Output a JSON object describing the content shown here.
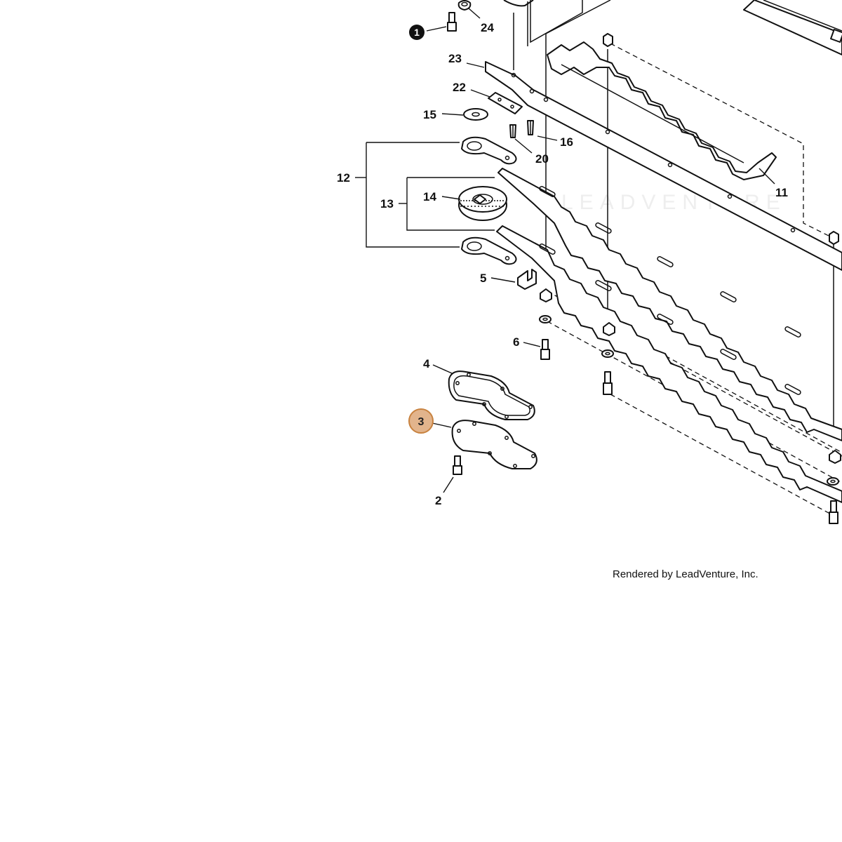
{
  "diagram": {
    "credit": "Rendered by LeadVenture, Inc.",
    "watermark": "LEADVENTURE",
    "highlight_color": "#e2b48c",
    "highlight_stroke": "#c8823f",
    "callouts": {
      "c1": "1",
      "c2": "2",
      "c3": "3",
      "c4": "4",
      "c5": "5",
      "c6": "6",
      "c11": "11",
      "c12": "12",
      "c13": "13",
      "c14": "14",
      "c15": "15",
      "c16": "16",
      "c20": "20",
      "c22": "22",
      "c23": "23",
      "c24": "24"
    }
  }
}
